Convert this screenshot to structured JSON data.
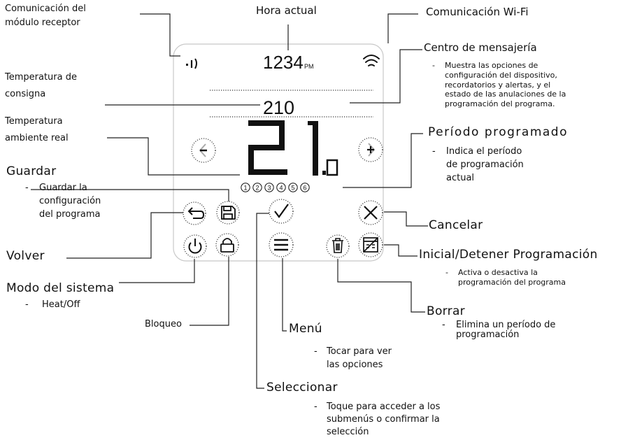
{
  "labels": {
    "comunicacion_modulo": [
      "Comunicación del",
      "módulo receptor"
    ],
    "hora_actual": "Hora actual",
    "comunicacion_wifi": "Comunicación Wi-Fi",
    "centro_mensajeria": "Centro de mensajería",
    "centro_mensajeria_desc": [
      "Muestra las opciones de",
      "configuración del dispositivo,",
      "recordatorios y alertas, y el",
      "estado de las anulaciones de la",
      "programación del programa."
    ],
    "temperatura_consigna": [
      "Temperatura de",
      "consigna"
    ],
    "temperatura_ambiente": [
      "Temperatura",
      "ambiente real"
    ],
    "periodo_programado": "Período programado",
    "periodo_programado_desc": [
      "Indica el período",
      "de programación",
      "actual"
    ],
    "guardar": "Guardar",
    "guardar_desc": [
      "Guardar la",
      "configuración",
      "del programa"
    ],
    "cancelar": "Cancelar",
    "volver": "Volver",
    "inicial_detener": "Inicial/Detener Programación",
    "inicial_detener_desc": [
      "Activa o desactiva la",
      "programación del programa"
    ],
    "modo_sistema": "Modo del sistema",
    "modo_sistema_desc": "Heat/Off",
    "bloqueo": "Bloqueo",
    "borrar": "Borrar",
    "borrar_desc": [
      "Elimina un período de",
      "programación"
    ],
    "menu": "Menú",
    "menu_desc": [
      "Tocar para ver",
      "las opciones"
    ],
    "seleccionar": "Seleccionar",
    "seleccionar_desc": [
      "Toque para acceder a los",
      "submenús o confirmar la",
      "selección"
    ]
  },
  "display": {
    "time": "1234",
    "time_suffix": "PM",
    "setpoint": "210",
    "ambient_main": "21",
    "ambient_decimal": "0",
    "periods": [
      "1",
      "2",
      "3",
      "4",
      "5",
      "6"
    ]
  },
  "icons": {
    "receiver": "receiver-signal-icon",
    "wifi": "wifi-icon",
    "decrease": "chevron-left-minus-icon",
    "increase": "chevron-right-plus-icon",
    "back": "back-arrow-icon",
    "save": "floppy-disk-icon",
    "select": "checkmark-icon",
    "cancel": "close-icon",
    "power": "power-icon",
    "lock": "lock-icon",
    "menu": "hamburger-menu-icon",
    "delete": "trash-icon",
    "schedule": "schedule-toggle-icon"
  },
  "colors": {
    "text": "#111111",
    "panel_border": "#c8c8c8",
    "button_dots": "#333333",
    "leader_lines": "#222222"
  }
}
